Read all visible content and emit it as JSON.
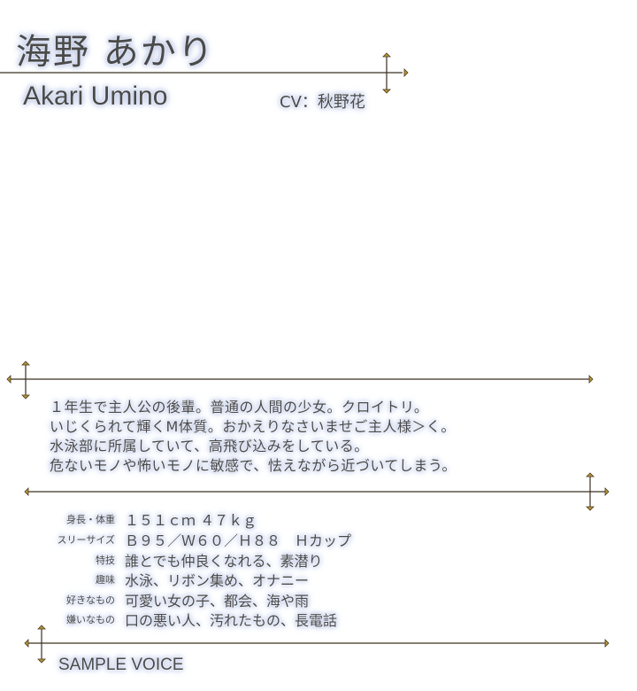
{
  "character": {
    "name_jp": "海野 あかり",
    "name_en": "Akari Umino",
    "cv": "CV：秋野花"
  },
  "description": [
    "１年生で主人公の後輩。普通の人間の少女。クロイトリ。",
    "いじくられて輝くM体質。おかえりなさいませご主人様＞く。",
    "水泳部に所属していて、高飛び込みをしている。",
    "危ないモノや怖いモノに敏感で、怯えながら近づいてしまう。"
  ],
  "profile": [
    {
      "label": "身長・体重",
      "value": "１５１ｃｍ ４７ｋｇ"
    },
    {
      "label": "スリーサイズ",
      "value": "Ｂ９５／Ｗ６０／Ｈ８８　Ｈカップ"
    },
    {
      "label": "特技",
      "value": "誰とでも仲良くなれる、素潜り"
    },
    {
      "label": "趣味",
      "value": "水泳、リボン集め、オナニー"
    },
    {
      "label": "好きなもの",
      "value": "可愛い女の子、都会、海や雨"
    },
    {
      "label": "嫌いなもの",
      "value": "口の悪い人、汚れたもの、長電話"
    }
  ],
  "voice": {
    "label": "SAMPLE VOICE"
  },
  "colors": {
    "text": "#4a4a4a",
    "glow": "#aab8df",
    "line": "#3a3020",
    "gold": "#b8963a"
  },
  "icons": {
    "ornament": "cross-ornament-icon"
  }
}
